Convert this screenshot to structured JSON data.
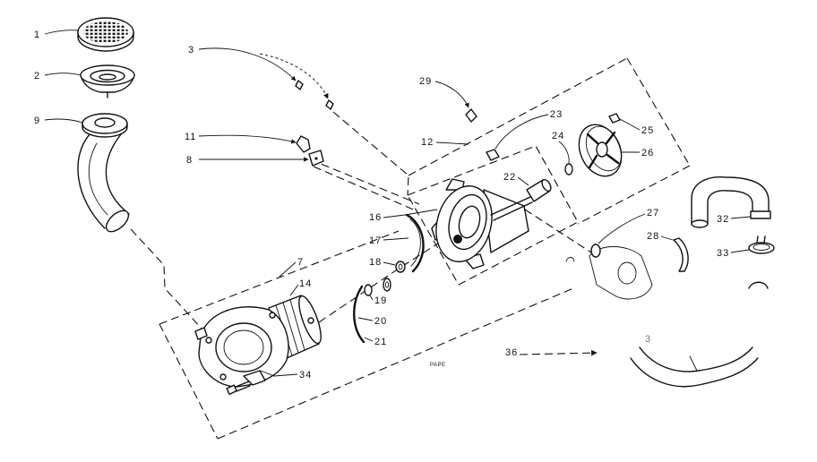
{
  "callouts": [
    "1",
    "2",
    "9",
    "3",
    "11",
    "8",
    "29",
    "12",
    "23",
    "24",
    "25",
    "26",
    "22",
    "16",
    "17",
    "18",
    "7",
    "14",
    "19",
    "20",
    "21",
    "27",
    "28",
    "32",
    "33",
    "36",
    "34",
    "3"
  ],
  "stamp": "PAPE",
  "colors": {
    "ink": "#111111",
    "paper": "#ffffff"
  }
}
